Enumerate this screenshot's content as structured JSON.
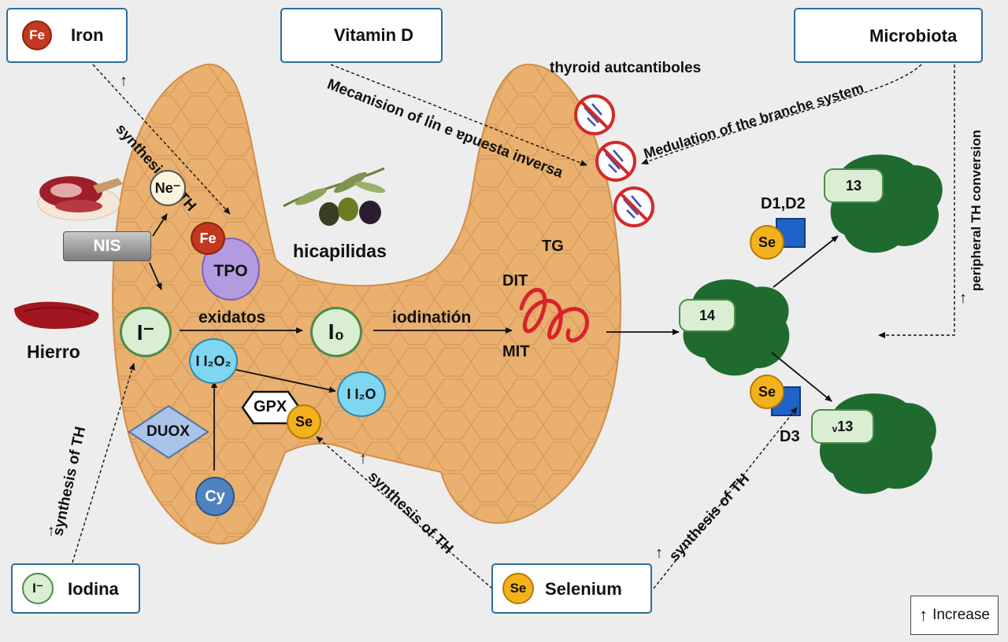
{
  "nutrients": {
    "iron": {
      "symbol": "Fe",
      "label": "Iron"
    },
    "vitamin_d": {
      "label": "Vitamin D"
    },
    "microbiota": {
      "label": "Microbiota"
    },
    "iodine": {
      "symbol": "I⁻",
      "label": "Iodina"
    },
    "selenium": {
      "symbol": "Se",
      "label": "Selenium"
    }
  },
  "food_labels": {
    "hierro": "Hierro",
    "hicapilidas": "hicapilidas"
  },
  "mechanisms": {
    "synthesis_iron": "synthesis of TH",
    "synthesis_iodine": "synthesis of TH",
    "synthesis_gpx": "synthesis of TH",
    "synthesis_d3": "synthesis of TH",
    "vitd_mechanism": "Mecanision of li̇n e ɐpuesta inversa",
    "autoantibodies": "thyroid autcantiboles",
    "microbiota_modulation": "Medulation of the branche system",
    "peripheral": "peripheral TH conversion"
  },
  "thyroid": {
    "ne": "Ne⁻",
    "nis": "NIS",
    "fe": "Fe",
    "tpo": "TPO",
    "iodide": "I⁻",
    "oxidation": "exidatos",
    "i0": "I₀",
    "iodination": "iodinatión",
    "tg": "TG",
    "dit": "DIT",
    "mit": "MIT",
    "h2o2": "I I₂O₂",
    "h2o": "I I₂O",
    "gpx": "GPX",
    "se": "Se",
    "duox": "DUOX",
    "cy": "Cy"
  },
  "peripheral": {
    "t4": "14",
    "t3": "13",
    "rt3": "ᵥ13",
    "d1d2": "D1,D2",
    "d3": "D3",
    "se_top": "Se",
    "se_bottom": "Se"
  },
  "legend": {
    "label": "Increase"
  },
  "colors": {
    "box_border": "#2d6d99",
    "thyroid_fill": "#e9b06f",
    "selenium": "#f3b21c",
    "iron": "#c3381f",
    "iodide": "#d9eed3",
    "h2o2": "#7fd6f0",
    "protein": "#1f6b2f",
    "tg": "#d8232a",
    "tpo": "#b39be0",
    "duox": "#a9c4e8"
  }
}
